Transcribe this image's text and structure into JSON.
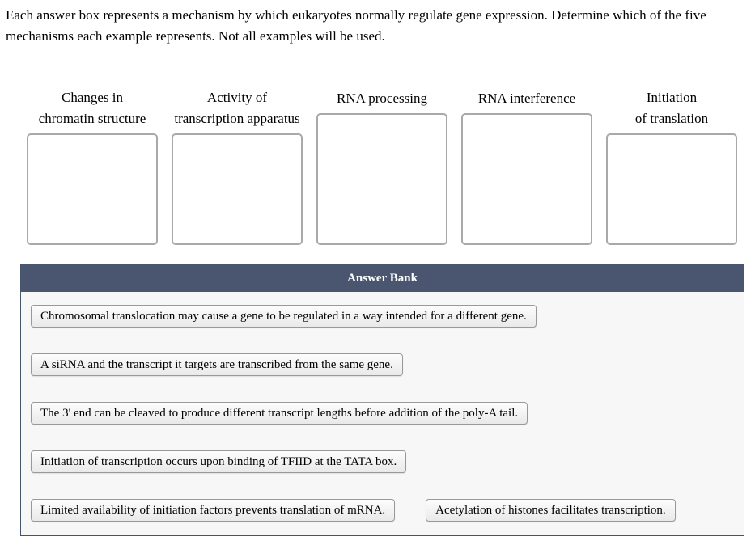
{
  "instructions": "Each answer box represents a mechanism by which eukaryotes normally regulate gene expression. Determine which of the five mechanisms each example represents. Not all examples will be used.",
  "bins": [
    {
      "title_lines": [
        "Changes in",
        "chromatin structure"
      ]
    },
    {
      "title_lines": [
        "Activity of",
        "transcription apparatus"
      ]
    },
    {
      "title_lines": [
        "RNA processing"
      ]
    },
    {
      "title_lines": [
        "RNA interference"
      ]
    },
    {
      "title_lines": [
        "Initiation",
        "of translation"
      ]
    }
  ],
  "answer_bank": {
    "header": "Answer Bank",
    "items": [
      "Chromosomal translocation may cause a gene to be regulated in a way intended for a different gene.",
      "A siRNA and the transcript it targets are transcribed from the same gene.",
      "The 3' end can be cleaved to produce different transcript lengths before addition of the poly-A tail.",
      "Initiation of transcription occurs upon binding of TFIID at the TATA box.",
      "Limited availability of initiation factors prevents translation of mRNA.",
      "Acetylation of histones facilitates transcription."
    ]
  },
  "colors": {
    "answer_bank_header_bg": "#4a5670",
    "answer_bank_border": "#45536b",
    "answer_bank_body_bg": "#f7f7f7",
    "drop_box_border": "#a9a9a9",
    "item_border": "#999999"
  }
}
